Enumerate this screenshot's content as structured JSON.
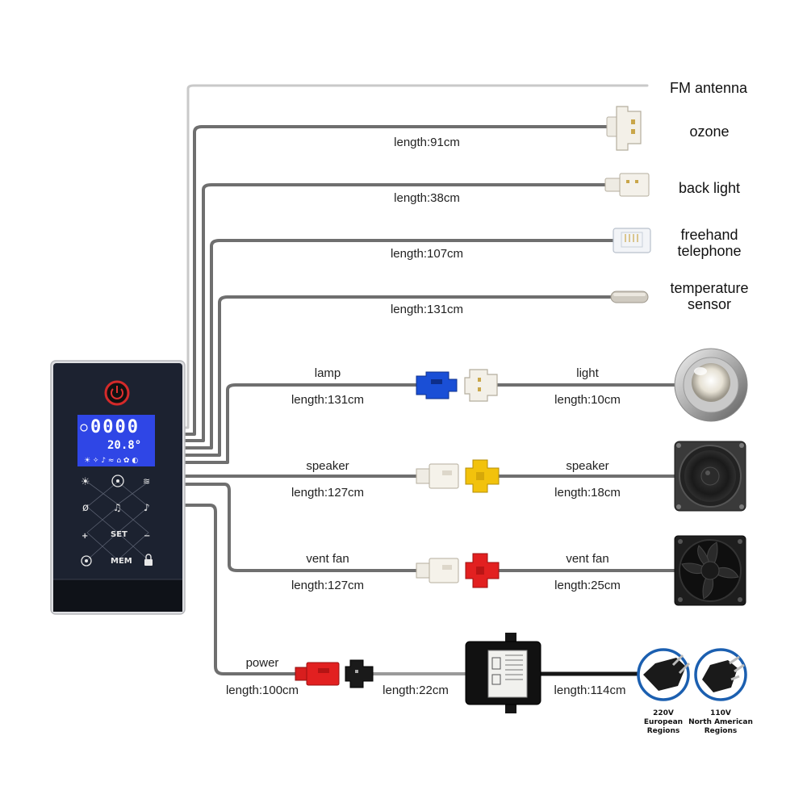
{
  "panel": {
    "lcd_time": "0000",
    "lcd_temp": "20.8°",
    "keys": {
      "set": "SET",
      "mem": "MEM",
      "plus": "+",
      "minus": "−"
    }
  },
  "devices": {
    "fm_antenna": "FM antenna",
    "ozone": "ozone",
    "back_light": "back light",
    "freehand_telephone_l1": "freehand",
    "freehand_telephone_l2": "telephone",
    "temperature_sensor_l1": "temperature",
    "temperature_sensor_l2": "sensor"
  },
  "cables": {
    "ozone_length": "length:91cm",
    "back_light_length": "length:38cm",
    "telephone_length": "length:107cm",
    "sensor_length": "length:131cm",
    "lamp_name": "lamp",
    "lamp_length": "length:131cm",
    "light_name": "light",
    "light_length": "length:10cm",
    "speaker_name_a": "speaker",
    "speaker_length_a": "length:127cm",
    "speaker_name_b": "speaker",
    "speaker_length_b": "length:18cm",
    "fan_name_a": "vent fan",
    "fan_length_a": "length:127cm",
    "fan_name_b": "vent fan",
    "fan_length_b": "length:25cm",
    "power_name": "power",
    "power_length": "length:100cm",
    "adapter_in_length": "length:22cm",
    "adapter_out_length": "length:114cm"
  },
  "plugs": {
    "eu_voltage": "220V",
    "eu_region_l1": "European",
    "eu_region_l2": "Regions",
    "na_voltage": "110V",
    "na_region_l1": "North American",
    "na_region_l2": "Regions"
  },
  "colors": {
    "cable": "#6f6f6f",
    "panel": "#1c2230",
    "lcd": "#2f46e6",
    "connector_blue": "#1a4fd6",
    "connector_yellow": "#f2c20c",
    "connector_red": "#e22020",
    "plug_ring": "#1b5fb0"
  }
}
